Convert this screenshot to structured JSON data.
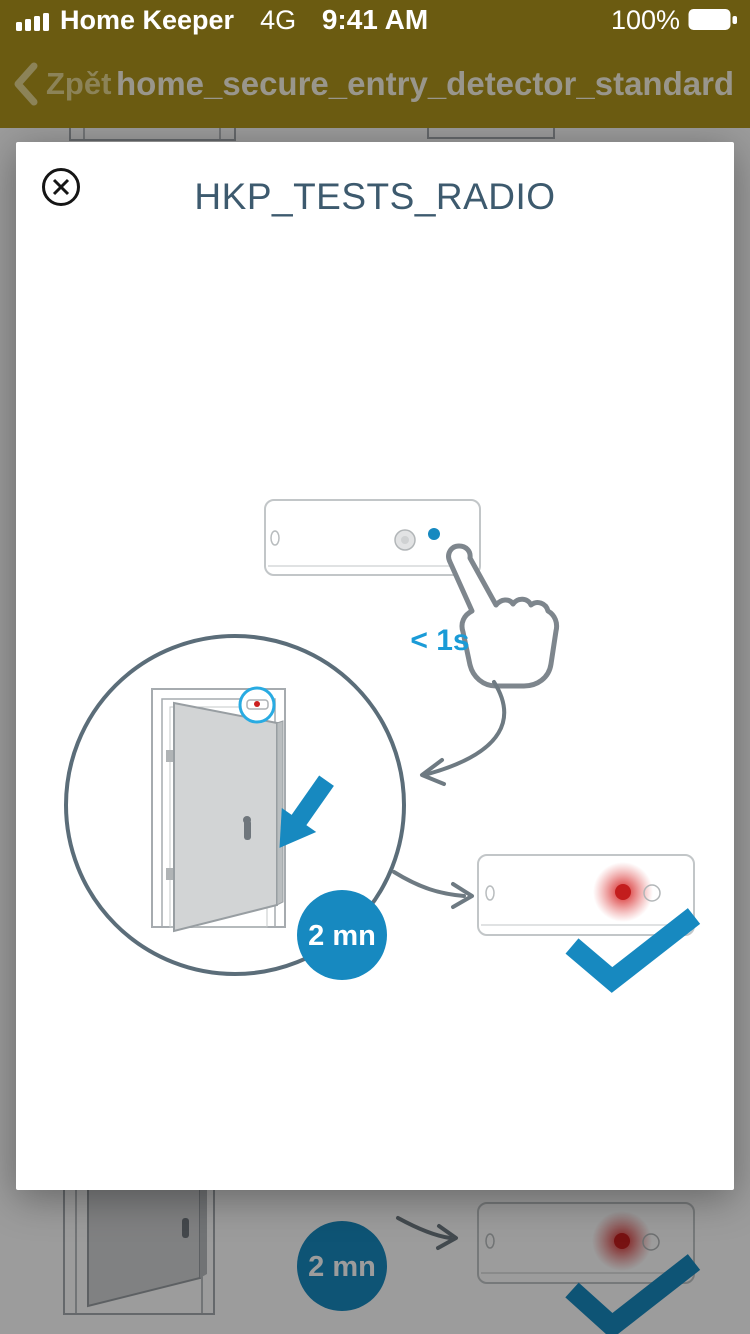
{
  "status_bar": {
    "carrier": "Home Keeper",
    "network": "4G",
    "time": "9:41 AM",
    "battery_percent": "100%"
  },
  "nav_bar": {
    "back_label": "Zpět",
    "title": "home_secure_entry_detector_standard"
  },
  "modal": {
    "title": "HKP_TESTS_RADIO",
    "press_duration_label": "< 1s",
    "wait_duration_label": "2 mn"
  },
  "background_page": {
    "wait_duration_label": "2 mn"
  },
  "colors": {
    "accent_blue": "#1789c0",
    "highlight_cyan": "#29abe2",
    "led_red": "#c92323",
    "header_olive": "#6b5b11",
    "modal_title": "#3d5a6e"
  }
}
